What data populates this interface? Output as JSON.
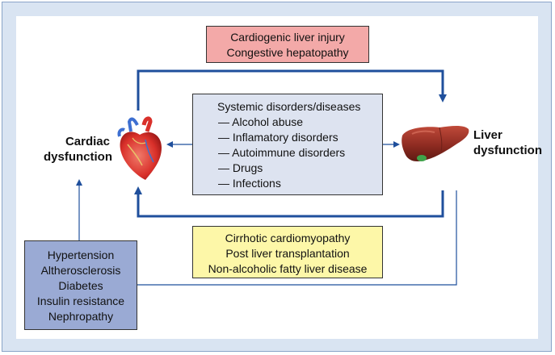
{
  "top_box": {
    "lines": [
      "Cardiogenic liver injury",
      "Congestive hepatopathy"
    ]
  },
  "center_box": {
    "title": "Systemic disorders/diseases",
    "items": [
      "— Alcohol abuse",
      "— Inflamatory disorders",
      "— Autoimmune disorders",
      "— Drugs",
      "— Infections"
    ]
  },
  "bottom_box": {
    "lines": [
      "Cirrhotic cardiomyopathy",
      "Post liver transplantation",
      "Non-alcoholic fatty liver disease"
    ]
  },
  "risk_box": {
    "lines": [
      "Hypertension",
      "Altherosclerosis",
      "Diabetes",
      "Insulin resistance",
      "Nephropathy"
    ]
  },
  "labels": {
    "cardiac": [
      "Cardiac",
      "dysfunction"
    ],
    "liver": [
      "Liver",
      "dysfunction"
    ]
  },
  "icons": {
    "heart": "heart-icon",
    "liver": "liver-icon"
  },
  "colors": {
    "frame": "#d9e4f2",
    "arrow": "#1f4f9c",
    "top_box": "#f3a9a8",
    "center_box": "#dde3f0",
    "bottom_box": "#fdf7a8",
    "risk_box": "#9aaad4"
  }
}
